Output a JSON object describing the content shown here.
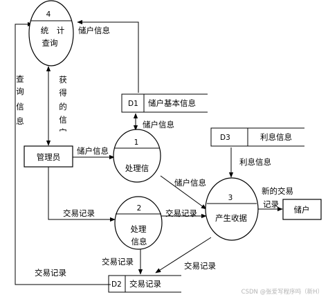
{
  "processes": {
    "p4": {
      "number": "4",
      "line1": "统　计",
      "line2": "查询"
    },
    "p1": {
      "number": "1",
      "name": "处理信"
    },
    "p2": {
      "number": "2",
      "line1": "处理",
      "line2": "信息"
    },
    "p3": {
      "number": "3",
      "name": "产生收据"
    }
  },
  "entities": {
    "admin": "管理员",
    "depositor": "储户"
  },
  "stores": {
    "d1": {
      "id": "D1",
      "name": "储户基本信息"
    },
    "d2": {
      "id": "D2",
      "name": "交易记录"
    },
    "d3": {
      "id": "D3",
      "name": "利息信息"
    }
  },
  "flows": {
    "d1_to_p4": "储户信息",
    "p4_to_admin_vertical": [
      "查",
      "询",
      "信",
      "息"
    ],
    "admin_to_p4_vertical": [
      "获",
      "得",
      "的",
      "信",
      "宀"
    ],
    "d1_to_p1": "储户信息",
    "admin_to_p1": "储户信息",
    "p1_to_p3": "储户信息",
    "d3_to_p3": "利息信息",
    "admin_to_p2": "交易记录",
    "p2_to_p3": "交易记录",
    "p3_to_depositor_l1": "新的交易",
    "p3_to_depositor_l2": "记录",
    "p2_to_d2": "交易记录",
    "p3_to_d2": "交易记录",
    "d2_to_p4": "交易记录"
  },
  "watermark": "CSDN @张爱写程序吗（新H）"
}
